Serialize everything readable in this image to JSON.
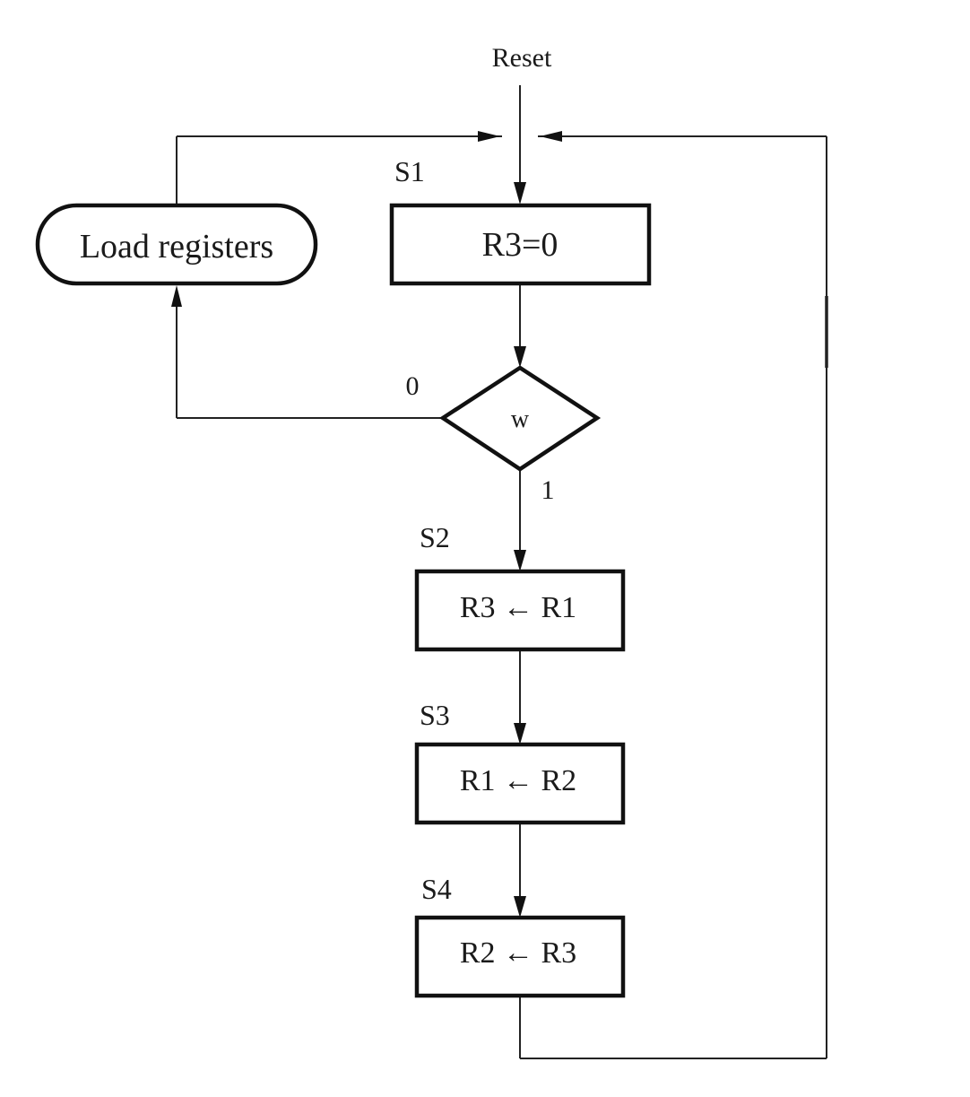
{
  "diagram": {
    "entry_label": "Reset",
    "states": [
      {
        "name": "S1",
        "action": "R3=0"
      },
      {
        "name": "S2",
        "action": "R3 ← R1"
      },
      {
        "name": "S3",
        "action": "R1 ← R2"
      },
      {
        "name": "S4",
        "action": "R2 ← R3"
      }
    ],
    "decision": {
      "condition": "w",
      "false_label": "0",
      "true_label": "1"
    },
    "conditional_output": "Load registers"
  }
}
